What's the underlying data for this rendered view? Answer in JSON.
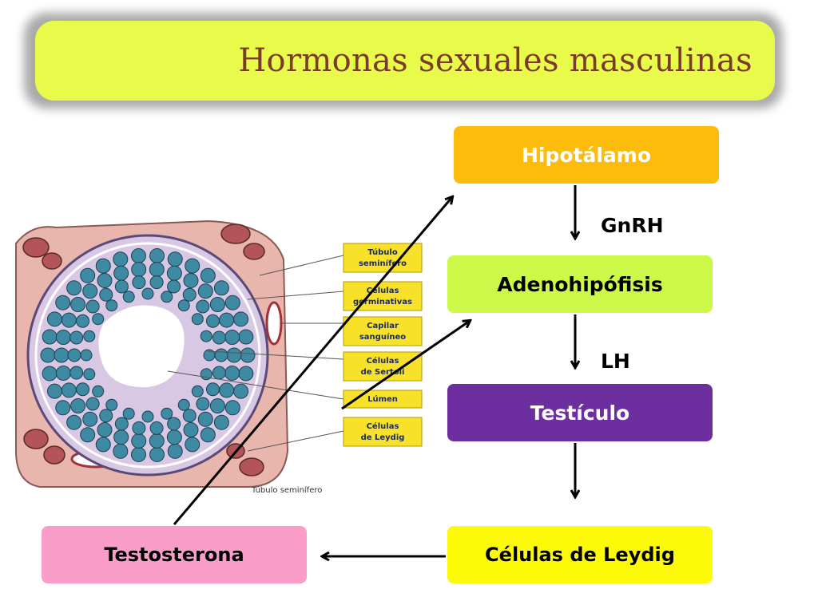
{
  "title": "Hormonas sexuales masculinas",
  "flow": {
    "hipotalamo": "Hipotálamo",
    "gnrh": "GnRH",
    "adenohipofisis": "Adenohipófisis",
    "lh": "LH",
    "testiculo": "Testículo",
    "celulas_leydig": "Células de Leydig",
    "testosterona": "Testosterona"
  },
  "illustration": {
    "labels": [
      [
        "Túbulo",
        "seminífero"
      ],
      [
        "Células",
        "germinativas"
      ],
      [
        "Capilar",
        "sanguíneo"
      ],
      [
        "Células",
        "de Sertoli"
      ],
      [
        "Lúmen"
      ],
      [
        "Células",
        "de Leydig"
      ]
    ],
    "caption": "Túbulo seminífero"
  },
  "colors": {
    "title_bg": "#e9fb4a",
    "title_text": "#7a3b2c",
    "hipotalamo_bg": "#fdbb0c",
    "adenohipofisis_bg": "#ccf84a",
    "testiculo_bg": "#6d2f9f",
    "leydig_bg": "#fcf909",
    "testosterona_bg": "#fb9dc9",
    "label_box": "#f7e229"
  }
}
